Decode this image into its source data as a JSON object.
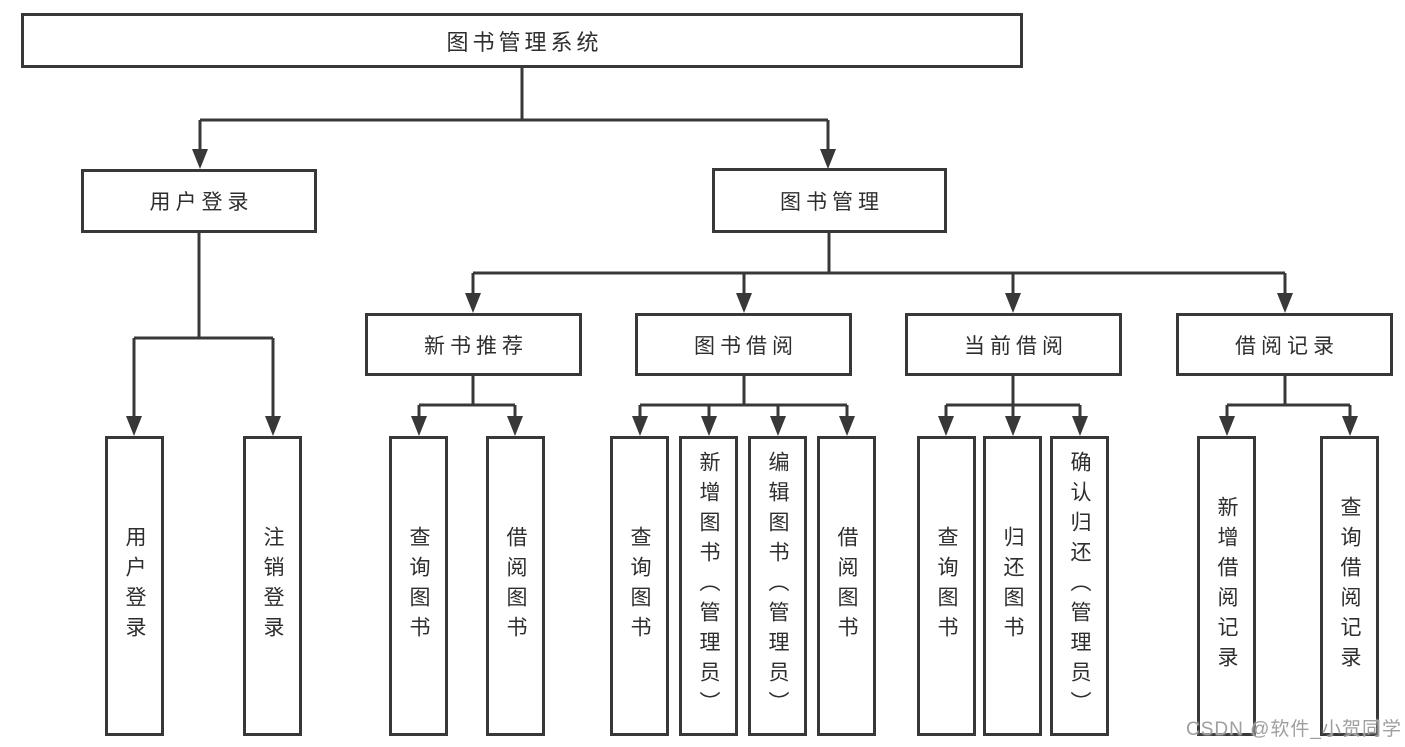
{
  "diagram": {
    "root": "图书管理系统",
    "user_branch": {
      "label": "用户登录",
      "children": [
        "用户登录",
        "注销登录"
      ]
    },
    "mgmt_branch": {
      "label": "图书管理",
      "groups": [
        {
          "label": "新书推荐",
          "children": [
            "查询图书",
            "借阅图书"
          ]
        },
        {
          "label": "图书借阅",
          "children": [
            "查询图书",
            "新增图书（管理员）",
            "编辑图书（管理员）",
            "借阅图书"
          ]
        },
        {
          "label": "当前借阅",
          "children": [
            "查询图书",
            "归还图书",
            "确认归还（管理员）"
          ]
        },
        {
          "label": "借阅记录",
          "children": [
            "新增借阅记录",
            "查询借阅记录"
          ]
        }
      ]
    }
  },
  "watermark": "CSDN @软件_小贺同学",
  "colors": {
    "line": "#383838",
    "box_border": "#383838",
    "text": "#2e2e2e",
    "watermark": "#9f9f9f",
    "background": "#ffffff"
  }
}
